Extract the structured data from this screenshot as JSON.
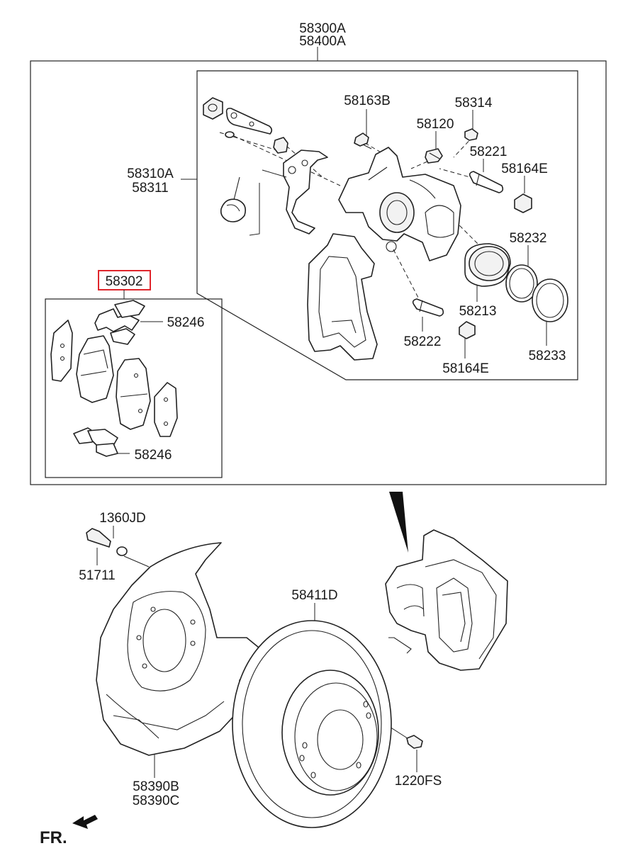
{
  "labels": {
    "assy_1": "58300A",
    "assy_2": "58400A",
    "caliper_1": "58310A",
    "caliper_2": "58311",
    "pad_kit": "58302",
    "pad_clip_upper": "58246",
    "pad_clip_lower": "58246",
    "bolt_bleeder": "58163B",
    "cap_bleeder": "58314",
    "bleeder_screw": "58120",
    "guide_rod_upper": "58221",
    "boot_upper": "58164E",
    "piston_seal": "58232",
    "piston": "58213",
    "guide_rod_lower": "58222",
    "boot_lower": "58164E",
    "piston_boot": "58233",
    "bolt_washer": "1360JD",
    "bolt_shield": "51711",
    "disc": "58411D",
    "dust_cover_1": "58390B",
    "dust_cover_2": "58390C",
    "disc_screw": "1220FS"
  },
  "direction": {
    "text": "FR."
  },
  "colors": {
    "highlight": "#e0262c",
    "line": "#222222"
  }
}
